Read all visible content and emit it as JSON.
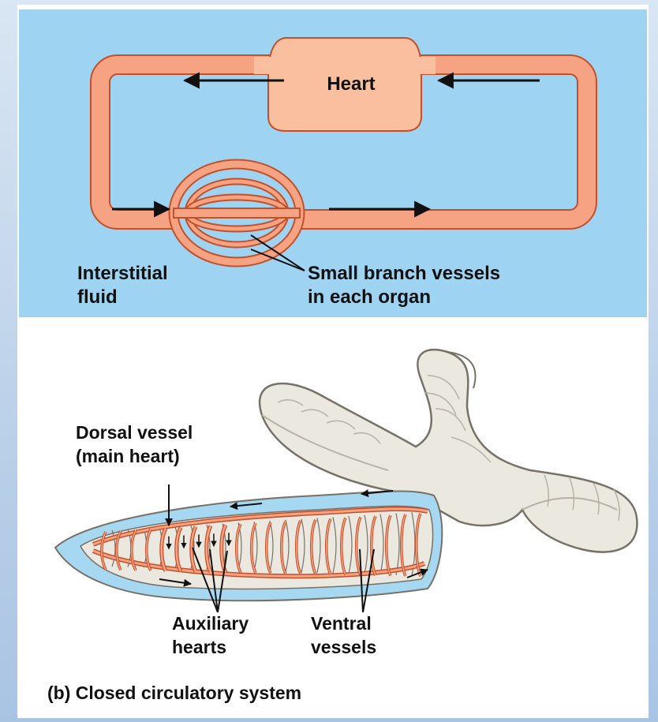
{
  "labels": {
    "heart": "Heart",
    "interstitial_fluid": [
      "Interstitial",
      "fluid"
    ],
    "small_branch_vessels": [
      "Small branch vessels",
      "in each organ"
    ],
    "dorsal_vessel": [
      "Dorsal vessel",
      "(main heart)"
    ],
    "auxiliary_hearts": [
      "Auxiliary",
      "hearts"
    ],
    "ventral_vessels": [
      "Ventral",
      "vessels"
    ]
  },
  "caption": "(b) Closed circulatory system",
  "colors": {
    "panel_background": "#9fd3f2",
    "vessel_fill": "#f5a382",
    "vessel_outline": "#c4502a",
    "heart_fill": "#f9bf9e",
    "worm_body": "#ebe8e0",
    "worm_outline": "#777168",
    "worm_fluid": "#a7d8f2",
    "arrow": "#111111"
  }
}
